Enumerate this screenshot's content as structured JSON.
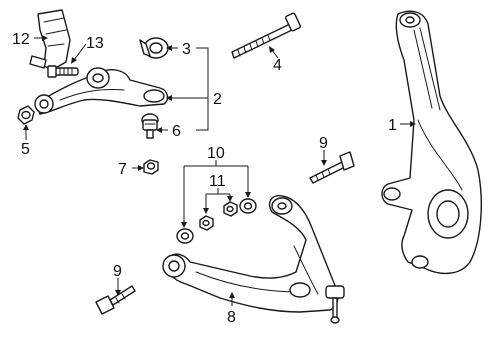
{
  "callouts": {
    "c1": "1",
    "c2": "2",
    "c3": "3",
    "c4": "4",
    "c5": "5",
    "c6": "6",
    "c7": "7",
    "c8": "8",
    "c9a": "9",
    "c9b": "9",
    "c10": "10",
    "c11": "11",
    "c12": "12",
    "c13": "13"
  }
}
